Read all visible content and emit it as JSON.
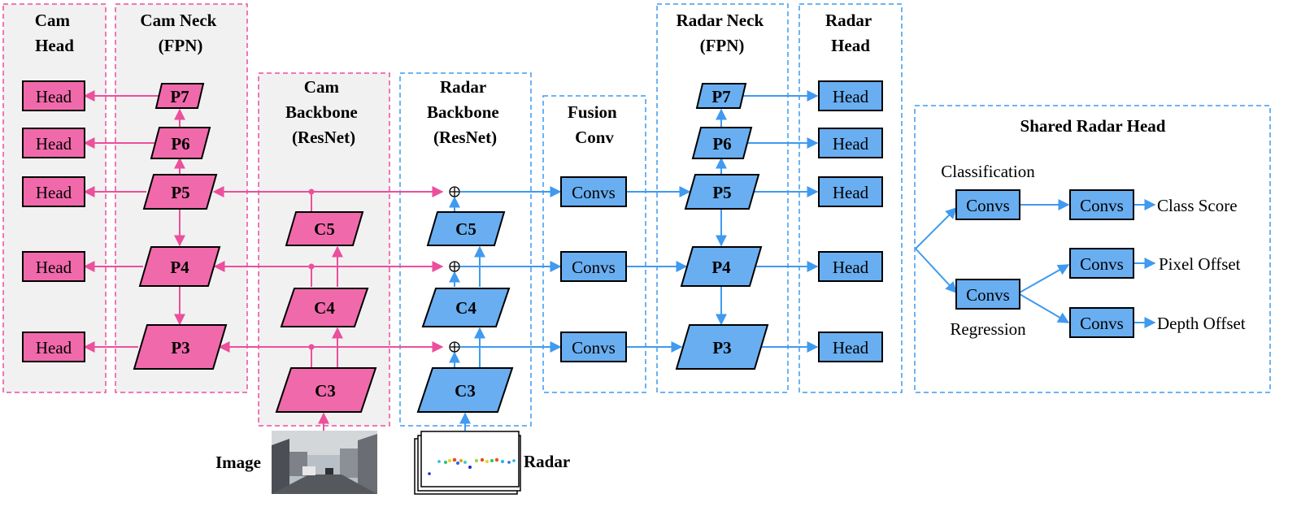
{
  "colors": {
    "pink": "#f06aab",
    "blue": "#69aef0",
    "pink_line": "#ec4f9c",
    "blue_line": "#3f9af0",
    "panel_bg": "#f1f1f1"
  },
  "groups": {
    "cam_head": [
      "Cam",
      "Head"
    ],
    "cam_neck": [
      "Cam Neck",
      "(FPN)"
    ],
    "cam_backbone": [
      "Cam",
      "Backbone",
      "(ResNet)"
    ],
    "radar_backbone": [
      "Radar",
      "Backbone",
      "(ResNet)"
    ],
    "fusion_conv": [
      "Fusion",
      "Conv"
    ],
    "radar_neck": [
      "Radar Neck",
      "(FPN)"
    ],
    "radar_head": [
      "Radar",
      "Head"
    ],
    "shared_radar_head": "Shared Radar Head"
  },
  "blocks": {
    "head": "Head",
    "convs": "Convs",
    "p7": "P7",
    "p6": "P6",
    "p5": "P5",
    "p4": "P4",
    "p3": "P3",
    "c5": "C5",
    "c4": "C4",
    "c3": "C3"
  },
  "inputs": {
    "image_label": "Image",
    "radar_label": "Radar"
  },
  "shared_head": {
    "classification": "Classification",
    "regression": "Regression",
    "class_score": "Class Score",
    "pixel_offset": "Pixel Offset",
    "depth_offset": "Depth Offset"
  }
}
